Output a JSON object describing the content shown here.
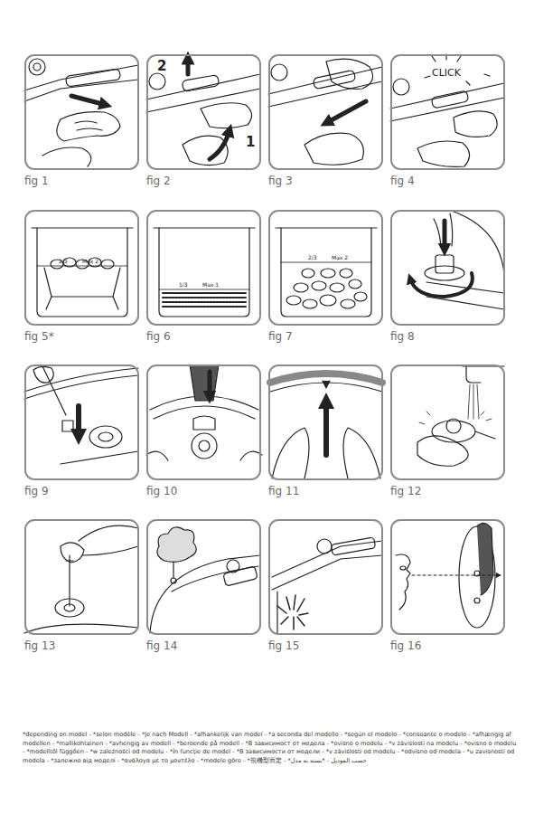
{
  "diagram": {
    "nodes": [
      {
        "text": [
          "fig 1"
        ]
      },
      {
        "text": [
          "fig 2",
          "2",
          "1"
        ]
      },
      {
        "text": [
          "fig 3"
        ]
      },
      {
        "text": [
          "fig 4",
          "CLICK"
        ]
      },
      {
        "text": [
          "fig 5*",
          "2/3",
          "Max 2"
        ]
      },
      {
        "text": [
          "fig 6",
          "1/3",
          "Max 1"
        ]
      },
      {
        "text": [
          "fig 7",
          "2/3",
          "Max 2"
        ]
      },
      {
        "text": [
          "fig 8"
        ]
      },
      {
        "text": [
          "fig 9"
        ]
      },
      {
        "text": [
          "fig 10"
        ]
      },
      {
        "text": [
          "fig 11"
        ]
      },
      {
        "text": [
          "fig 12"
        ]
      },
      {
        "text": [
          "fig 13"
        ]
      },
      {
        "text": [
          "fig 14"
        ]
      },
      {
        "text": [
          "fig 15"
        ]
      },
      {
        "text": [
          "fig 16"
        ]
      }
    ],
    "labels": [
      "*depending on model - *selon modèle - *Je nach Modell - *afhankelijk van model - *a seconda del modello - *según el modelo - *consoante o modelo - *afhængig af modellen - *mallikohtainen - *avhengig av modell - *beroende på modell - *В зависимост от модела - *ovisno o modelu - *v závislosti na modelu - *ovisno o modelu - *modelltől függően - *w zależności od modelu - *În funcţie de model - *В зависимости от модели - *v závislosti od modelu - *odvisno od modela - *u zavisnosti od modela - *залежно від моделі - *ανάλογα με το μοντέλο - *modele göre - *視機型而定 - *حسب الموديل - *بسته به مدل"
    ]
  }
}
